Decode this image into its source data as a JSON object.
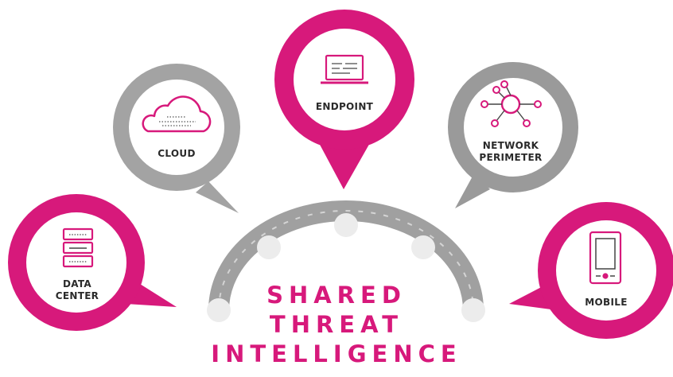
{
  "headline": {
    "line1": "SHARED",
    "line2": "THREAT",
    "line3": "INTELLIGENCE"
  },
  "nodes": {
    "endpoint": {
      "label": "ENDPOINT",
      "color": "#d7197b",
      "icon": "laptop-icon"
    },
    "cloud": {
      "label": "CLOUD",
      "color": "#a3a3a3",
      "icon": "cloud-icon"
    },
    "network": {
      "label_line1": "NETWORK",
      "label_line2": "PERIMETER",
      "color": "#9a9a9a",
      "icon": "network-hub-icon"
    },
    "datacenter": {
      "label_line1": "DATA",
      "label_line2": "CENTER",
      "color": "#d7197b",
      "icon": "server-rack-icon"
    },
    "mobile": {
      "label": "MOBILE",
      "color": "#d7197b",
      "icon": "mobile-phone-icon"
    }
  },
  "arc": {
    "color": "#a0a0a0",
    "node_color": "#ececec"
  }
}
